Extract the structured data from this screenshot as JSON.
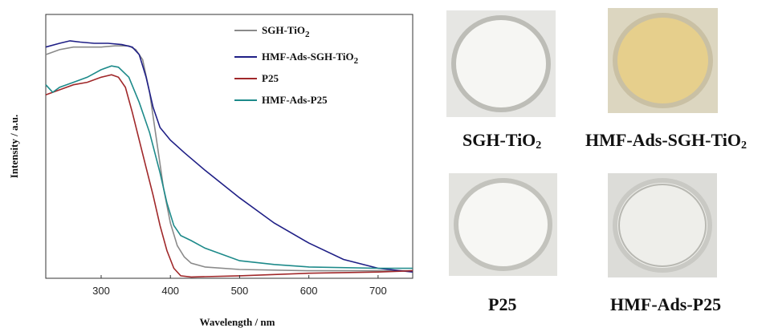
{
  "chart_data": {
    "type": "line",
    "xlabel": "Wavelength / nm",
    "ylabel": "Intensity / a.u.",
    "xlim": [
      220,
      750
    ],
    "ylim": [
      0,
      1.05
    ],
    "xticks": [
      300,
      400,
      500,
      600,
      700
    ],
    "grid": false,
    "legend_position": "top-right",
    "series": [
      {
        "name": "SGH-TiO2",
        "name_main": "SGH-TiO",
        "name_sub": "2",
        "color": "#8a8a8a",
        "points": [
          [
            220,
            0.89
          ],
          [
            240,
            0.91
          ],
          [
            260,
            0.92
          ],
          [
            280,
            0.92
          ],
          [
            300,
            0.92
          ],
          [
            320,
            0.925
          ],
          [
            340,
            0.925
          ],
          [
            350,
            0.91
          ],
          [
            360,
            0.87
          ],
          [
            370,
            0.74
          ],
          [
            380,
            0.55
          ],
          [
            390,
            0.36
          ],
          [
            400,
            0.22
          ],
          [
            410,
            0.13
          ],
          [
            420,
            0.085
          ],
          [
            430,
            0.06
          ],
          [
            450,
            0.045
          ],
          [
            500,
            0.035
          ],
          [
            600,
            0.03
          ],
          [
            700,
            0.03
          ],
          [
            750,
            0.03
          ]
        ]
      },
      {
        "name": "HMF-Ads-SGH-TiO2",
        "name_main": "HMF-Ads-SGH-TiO",
        "name_sub": "2",
        "color": "#1f1f86",
        "points": [
          [
            220,
            0.92
          ],
          [
            240,
            0.935
          ],
          [
            255,
            0.945
          ],
          [
            270,
            0.94
          ],
          [
            290,
            0.935
          ],
          [
            310,
            0.935
          ],
          [
            330,
            0.93
          ],
          [
            345,
            0.92
          ],
          [
            355,
            0.89
          ],
          [
            365,
            0.8
          ],
          [
            375,
            0.68
          ],
          [
            385,
            0.6
          ],
          [
            400,
            0.55
          ],
          [
            420,
            0.5
          ],
          [
            450,
            0.43
          ],
          [
            500,
            0.32
          ],
          [
            550,
            0.22
          ],
          [
            600,
            0.14
          ],
          [
            650,
            0.075
          ],
          [
            700,
            0.04
          ],
          [
            750,
            0.025
          ]
        ]
      },
      {
        "name": "P25",
        "name_main": "P25",
        "name_sub": "",
        "color": "#a0282a",
        "points": [
          [
            220,
            0.73
          ],
          [
            240,
            0.75
          ],
          [
            260,
            0.77
          ],
          [
            280,
            0.78
          ],
          [
            300,
            0.8
          ],
          [
            315,
            0.81
          ],
          [
            325,
            0.8
          ],
          [
            335,
            0.76
          ],
          [
            345,
            0.66
          ],
          [
            355,
            0.55
          ],
          [
            365,
            0.44
          ],
          [
            375,
            0.33
          ],
          [
            385,
            0.21
          ],
          [
            395,
            0.11
          ],
          [
            405,
            0.04
          ],
          [
            415,
            0.01
          ],
          [
            430,
            0.005
          ],
          [
            500,
            0.01
          ],
          [
            600,
            0.02
          ],
          [
            700,
            0.025
          ],
          [
            750,
            0.03
          ]
        ]
      },
      {
        "name": "HMF-Ads-P25",
        "name_main": "HMF-Ads-P25",
        "name_sub": "",
        "color": "#1d8a8a",
        "points": [
          [
            220,
            0.77
          ],
          [
            230,
            0.74
          ],
          [
            240,
            0.76
          ],
          [
            260,
            0.78
          ],
          [
            280,
            0.8
          ],
          [
            300,
            0.83
          ],
          [
            315,
            0.845
          ],
          [
            325,
            0.84
          ],
          [
            340,
            0.8
          ],
          [
            355,
            0.7
          ],
          [
            370,
            0.58
          ],
          [
            385,
            0.42
          ],
          [
            395,
            0.3
          ],
          [
            405,
            0.21
          ],
          [
            415,
            0.17
          ],
          [
            430,
            0.15
          ],
          [
            450,
            0.12
          ],
          [
            500,
            0.07
          ],
          [
            550,
            0.055
          ],
          [
            600,
            0.045
          ],
          [
            700,
            0.04
          ],
          [
            750,
            0.04
          ]
        ]
      }
    ]
  },
  "photos": [
    {
      "caption_main": "SGH-TiO",
      "caption_sub": "2",
      "base": "#e6e6e3",
      "disc": "#f6f6f3",
      "rim": "#bdbdb7",
      "ring": false
    },
    {
      "caption_main": "HMF-Ads-SGH-TiO",
      "caption_sub": "2",
      "base": "#dcd6c0",
      "disc": "#e6cf8c",
      "rim": "#c9c0a4",
      "ring": false
    },
    {
      "caption_main": "P25",
      "caption_sub": "",
      "base": "#e3e3df",
      "disc": "#f7f7f4",
      "rim": "#c3c3bd",
      "ring": false
    },
    {
      "caption_main": "HMF-Ads-P25",
      "caption_sub": "",
      "base": "#dcdcd8",
      "disc": "#eeeeea",
      "rim": "#c9c9c4",
      "ring": true
    }
  ]
}
